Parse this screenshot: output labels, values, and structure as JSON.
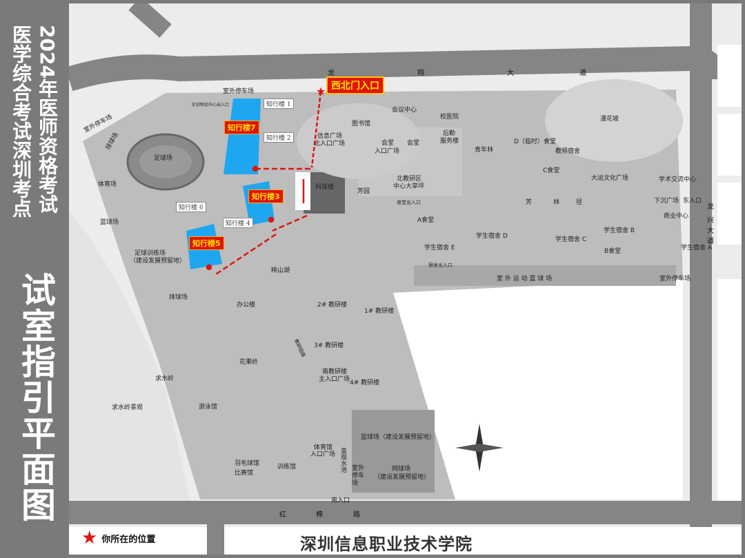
{
  "sidebar": {
    "title_line1": "2024年医师资格考试",
    "title_line2": "医学综合考试深圳考点",
    "main_title": "试室指引平面图"
  },
  "roads": {
    "north": [
      "龙",
      "翔",
      "大",
      "道"
    ],
    "south": [
      "红",
      "棉",
      "路"
    ],
    "east": [
      "龙",
      "兴",
      "大",
      "道"
    ]
  },
  "entrance": "西北门入口",
  "exam_buildings": [
    "知行楼7",
    "知行楼3",
    "知行楼5"
  ],
  "other_buildings": [
    "知行楼 1",
    "知行楼 2",
    "知行楼 6",
    "知行楼 4"
  ],
  "labels": [
    "室外停车场",
    "室外停车场",
    "排球场",
    "足球场",
    "体育场",
    "蓝球场",
    "足球训练场",
    "（建设发展预留地）",
    "排球场",
    "实训物流中心出入口",
    "信息广场",
    "北入口广场",
    "图书馆",
    "会议中心",
    "校医院",
    "后勤",
    "服务楼",
    "会堂",
    "会堂",
    "入口广场",
    "青年林",
    "D（临时）食堂",
    "教师宿舍",
    "漫花坡",
    "C食堂",
    "大运文化广场",
    "学术交流中心",
    "北教研区",
    "中心大草坪",
    "科技楼",
    "芳园",
    "食堂出入口",
    "芳",
    "林",
    "径",
    "A食堂",
    "学生宿舍 E",
    "学生宿舍 D",
    "学生宿舍 C",
    "学生宿舍 B",
    "B食堂",
    "学生宿舍 A",
    "下沉广场",
    "东入口",
    "商业中心",
    "宿舍出入口",
    "室 外 运 动 蓝 球 场",
    "室外停车场",
    "映山湖",
    "办公楼",
    "2# 教研楼",
    "1# 教研楼",
    "3# 教研楼",
    "教研园路",
    "南教研楼",
    "主入口广场",
    "4# 教研楼",
    "花果岭",
    "求水岭",
    "求水岭景观",
    "游泳馆",
    "羽毛球馆",
    "比赛馆",
    "训练馆",
    "体育馆",
    "入口广场",
    "景观水池",
    "室外停车场",
    "篮球场（建设发展预留地）",
    "网球场",
    "（建设发展预留地）",
    "南入口"
  ],
  "legend": {
    "label": "你所在的位置"
  },
  "footer": {
    "school": "深圳信息职业技术学院"
  },
  "colors": {
    "accent": "#e0140e",
    "highlight": "#1ea7f0",
    "tag_text": "#ffe000"
  }
}
